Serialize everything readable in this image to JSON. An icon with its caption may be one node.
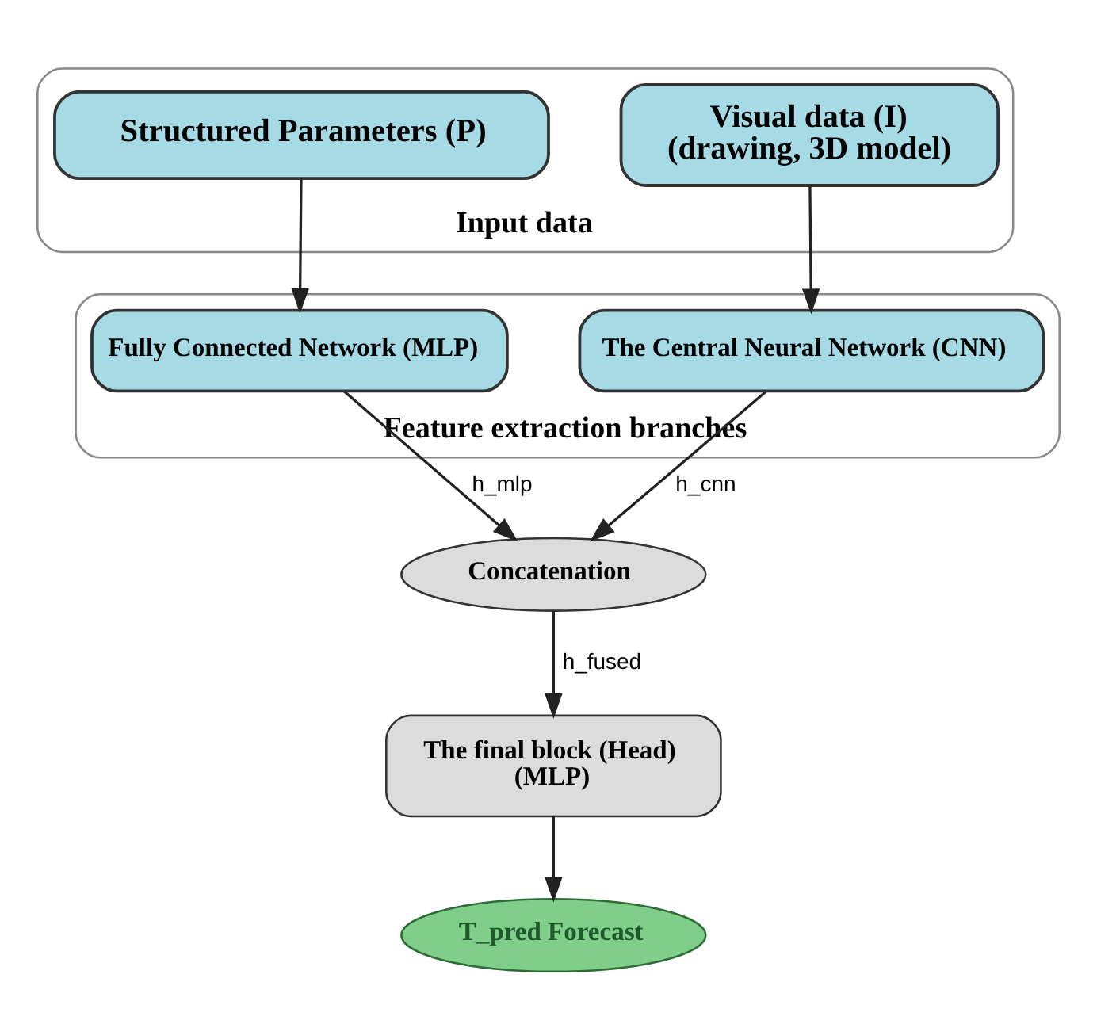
{
  "diagram": {
    "nodes": [
      {
        "text": [
          "Input data"
        ]
      },
      {
        "text": [
          "Structured Parameters (P)"
        ],
        "in": 0
      },
      {
        "text": [
          "Visual data (I) (drawing, 3D model)"
        ],
        "in": 0
      },
      {
        "text": [
          "Feature extraction branches"
        ]
      },
      {
        "text": [
          "Fully Connected Network (MLP)"
        ],
        "in": 3
      },
      {
        "text": [
          "The Central Neural Network (CNN)"
        ],
        "in": 3
      },
      {
        "text": [
          "Concatenation"
        ]
      },
      {
        "text": [
          "The final block (Head) (MLP)"
        ]
      },
      {
        "text": [
          "T_pred Forecast"
        ]
      }
    ],
    "edges": [
      {
        "from": 1,
        "to": 4,
        "arrow": "to"
      },
      {
        "from": 2,
        "to": 5,
        "arrow": "to"
      },
      {
        "from": 4,
        "to": 6,
        "arrow": "to",
        "label": "h_mlp"
      },
      {
        "from": 5,
        "to": 6,
        "arrow": "to",
        "label": "h_cnn"
      },
      {
        "from": 6,
        "to": 7,
        "arrow": "to",
        "label": "h_fused"
      },
      {
        "from": 7,
        "to": 8,
        "arrow": "to"
      }
    ]
  }
}
